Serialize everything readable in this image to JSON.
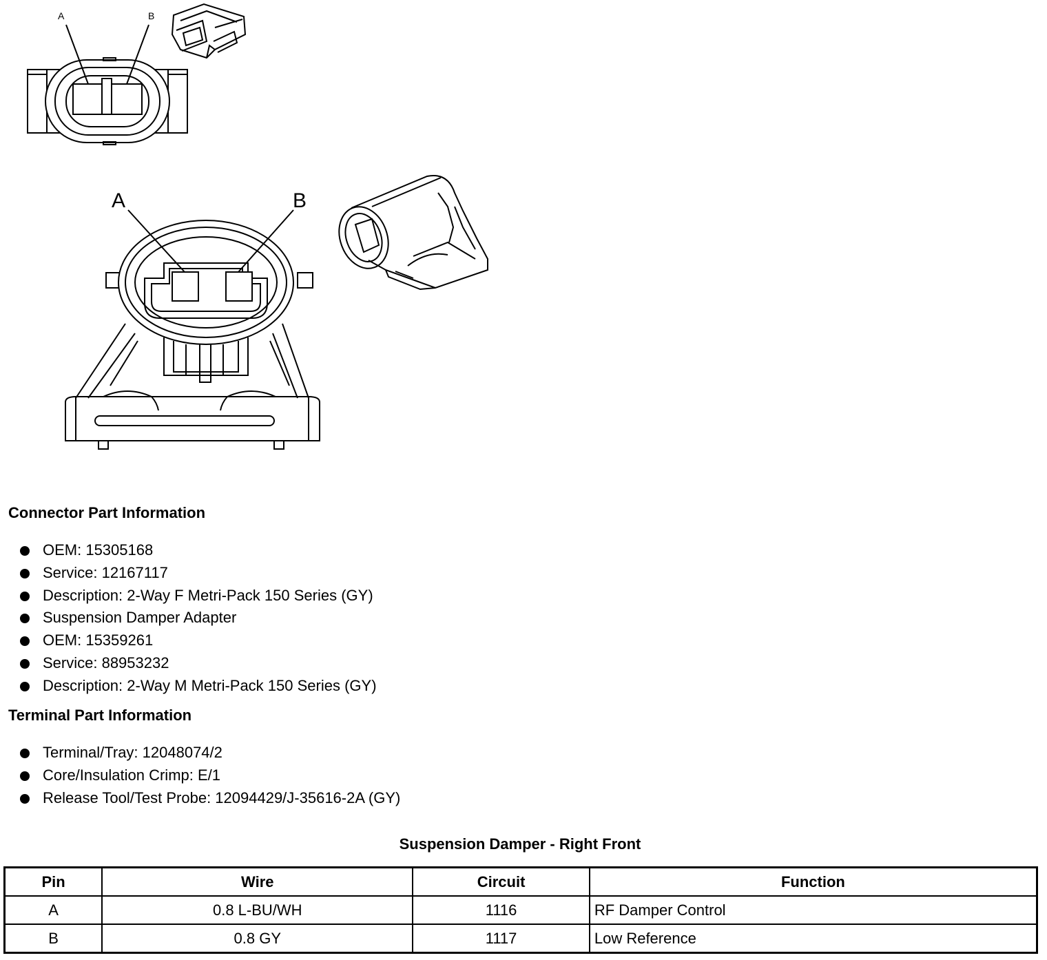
{
  "diagram": {
    "small_connector": {
      "pin_a": "A",
      "pin_b": "B"
    },
    "large_connector": {
      "pin_a": "A",
      "pin_b": "B"
    }
  },
  "connector_section": {
    "heading": "Connector Part Information",
    "items": [
      "OEM: 15305168",
      "Service: 12167117",
      "Description: 2-Way F Metri-Pack 150 Series (GY)",
      "Suspension Damper Adapter",
      "OEM: 15359261",
      "Service: 88953232",
      "Description: 2-Way M Metri-Pack 150 Series (GY)"
    ]
  },
  "terminal_section": {
    "heading": "Terminal Part Information",
    "items": [
      "Terminal/Tray: 12048074/2",
      "Core/Insulation Crimp: E/1",
      "Release Tool/Test Probe: 12094429/J-35616-2A (GY)"
    ]
  },
  "table": {
    "title": "Suspension Damper - Right Front",
    "headers": {
      "pin": "Pin",
      "wire": "Wire",
      "circuit": "Circuit",
      "function": "Function"
    },
    "rows": [
      {
        "pin": "A",
        "wire": "0.8 L-BU/WH",
        "circuit": "1116",
        "function": "RF Damper Control"
      },
      {
        "pin": "B",
        "wire": "0.8 GY",
        "circuit": "1117",
        "function": "Low Reference"
      }
    ]
  }
}
